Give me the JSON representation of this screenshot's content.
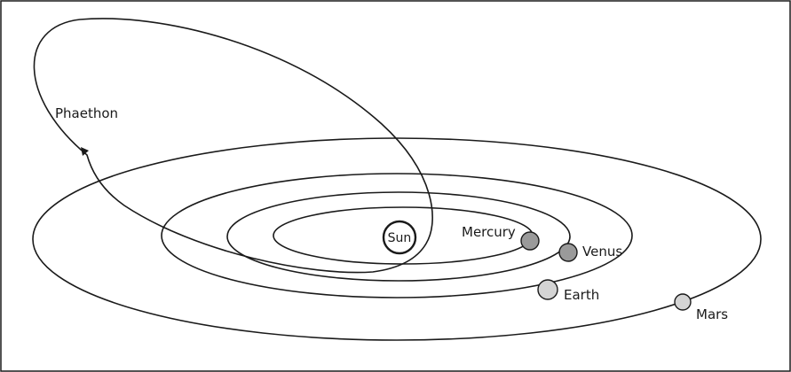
{
  "labels": {
    "sun": "Sun",
    "mercury": "Mercury",
    "venus": "Venus",
    "earth": "Earth",
    "mars": "Mars",
    "phaethon": "Phaethon"
  },
  "colors": {
    "line": "#1a1a1a",
    "inner_planet_fill": "#9a9a9a",
    "outer_planet_fill": "#d4d4d4",
    "sun_fill": "#ffffff",
    "background": "#ffffff"
  }
}
